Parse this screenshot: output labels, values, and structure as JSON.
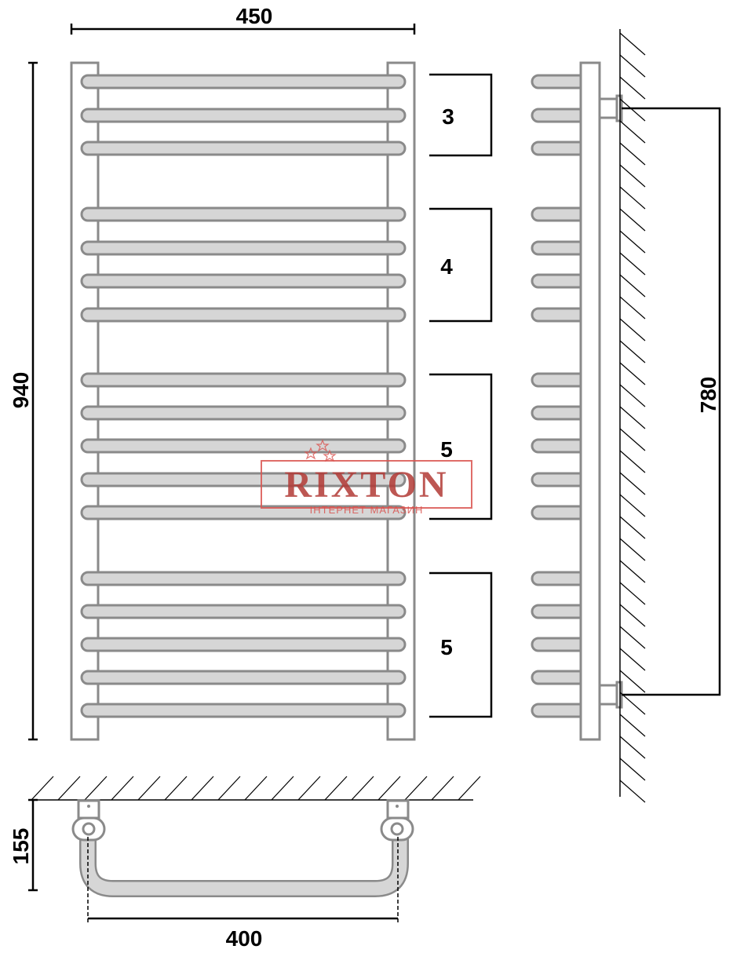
{
  "dimensions": {
    "width_top": "450",
    "height_left": "940",
    "mount_center_right": "780",
    "depth_bottom": "155",
    "mount_width_bottom": "400"
  },
  "bar_groups": [
    "3",
    "4",
    "5",
    "5"
  ],
  "watermark": {
    "brand": "RIXTON",
    "tagline": "ІНТЕРНЕТ МАГАЗИН"
  },
  "colors": {
    "bar_fill": "#d6d6d6",
    "bar_stroke": "#8a8a8a",
    "watermark": "#b23a36"
  }
}
